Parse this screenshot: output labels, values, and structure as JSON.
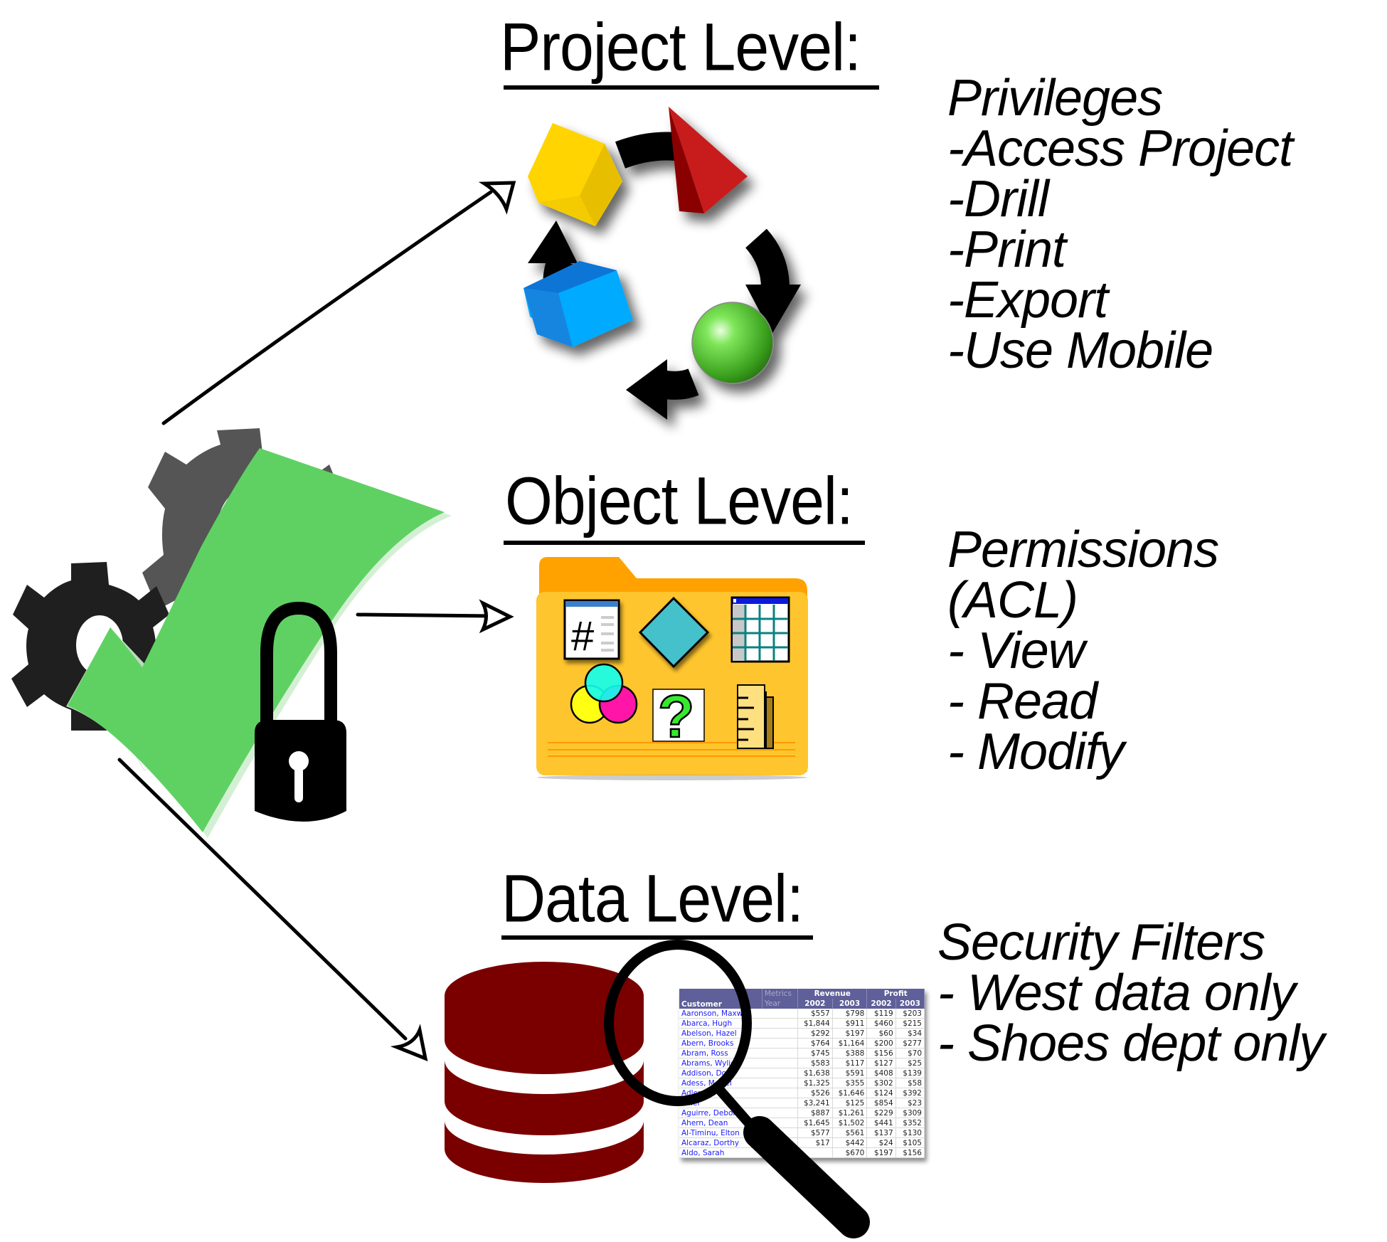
{
  "levels": [
    {
      "title": "Project Level:",
      "heading": "Privileges",
      "items": [
        "-Access Project",
        "-Drill",
        "-Print",
        "-Export",
        "-Use Mobile"
      ],
      "icon": "object-cycle-icon"
    },
    {
      "title": "Object Level:",
      "heading": "Permissions",
      "items": [
        "(ACL)",
        "- View",
        "- Read",
        "- Modify"
      ],
      "icon": "object-folder-icon"
    },
    {
      "title": "Data Level:",
      "heading": "Security Filters",
      "items": [
        "- West data only",
        "- Shoes dept only"
      ],
      "icon": "database-search-icon"
    }
  ],
  "central_icon": "security-gears-check-lock-icon",
  "colors": {
    "check_green": "#5fd163",
    "gear_dark": "#1f1f1f",
    "gear_gray": "#555555",
    "database_red": "#7a0000",
    "folder_orange": "#ffc52e",
    "table_header": "#5f5f99",
    "customer_link": "#1a1aff"
  },
  "report": {
    "metrics_label": "Metrics",
    "year_label": "Year",
    "customer_label": "Customer",
    "groups": [
      "Revenue",
      "Profit"
    ],
    "years": [
      "2002",
      "2003",
      "2002",
      "2003"
    ],
    "rows": [
      {
        "customer": "Aaronson, Maxwell",
        "values": [
          "$557",
          "$798",
          "$119",
          "$203"
        ]
      },
      {
        "customer": "Abarca, Hugh",
        "values": [
          "$1,844",
          "$911",
          "$460",
          "$215"
        ]
      },
      {
        "customer": "Abelson, Hazel",
        "values": [
          "$292",
          "$197",
          "$60",
          "$34"
        ]
      },
      {
        "customer": "Abern, Brooks",
        "values": [
          "$764",
          "$1,164",
          "$200",
          "$277"
        ]
      },
      {
        "customer": "Abram, Ross",
        "values": [
          "$745",
          "$388",
          "$156",
          "$70"
        ]
      },
      {
        "customer": "Abrams, Wylie",
        "values": [
          "$583",
          "$117",
          "$127",
          "$25"
        ]
      },
      {
        "customer": "Addison, Don",
        "values": [
          "$1,638",
          "$591",
          "$408",
          "$139"
        ]
      },
      {
        "customer": "Adess, Merrel",
        "values": [
          "$1,325",
          "$355",
          "$302",
          "$58"
        ]
      },
      {
        "customer": "Adler, Ke",
        "values": [
          "$526",
          "$1,646",
          "$124",
          "$392"
        ]
      },
      {
        "customer": "aniel",
        "values": [
          "$3,241",
          "$125",
          "$854",
          "$23"
        ]
      },
      {
        "customer": "Aguirre, Deborah",
        "values": [
          "$887",
          "$1,261",
          "$229",
          "$309"
        ]
      },
      {
        "customer": "Ahern, Dean",
        "values": [
          "$1,645",
          "$1,502",
          "$441",
          "$352"
        ]
      },
      {
        "customer": "Al-Timinu, Elton",
        "values": [
          "$577",
          "$561",
          "$137",
          "$130"
        ]
      },
      {
        "customer": "Alcaraz, Dorthy",
        "values": [
          "$17",
          "$442",
          "$24",
          "$105"
        ]
      },
      {
        "customer": "Aldo, Sarah",
        "values": [
          "",
          "$670",
          "$197",
          "$156"
        ]
      }
    ]
  }
}
